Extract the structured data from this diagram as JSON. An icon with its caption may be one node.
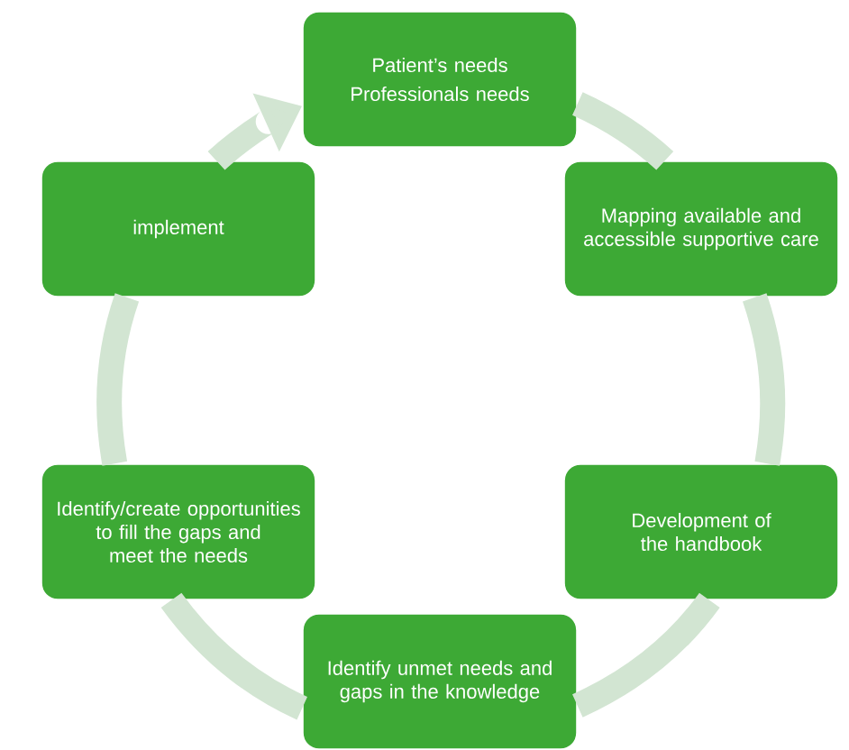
{
  "diagram": {
    "nodes": [
      {
        "text": [
          "Patient’s needs",
          "Professionals needs"
        ]
      },
      {
        "text": [
          "Mapping available and accessible supportive care"
        ]
      },
      {
        "text": [
          "Development of the handbook"
        ]
      },
      {
        "text": [
          "Identify unmet needs and gaps in the knowledge"
        ]
      },
      {
        "text": [
          "Identify/create opportunities to fill the gaps and meet the needs"
        ]
      },
      {
        "text": [
          "implement"
        ]
      }
    ],
    "edges": [
      {
        "from": 0,
        "to": 1,
        "arrow": "none"
      },
      {
        "from": 1,
        "to": 2,
        "arrow": "none"
      },
      {
        "from": 2,
        "to": 3,
        "arrow": "none"
      },
      {
        "from": 3,
        "to": 4,
        "arrow": "none"
      },
      {
        "from": 4,
        "to": 5,
        "arrow": "none"
      },
      {
        "from": 5,
        "to": 0,
        "arrow": "to"
      }
    ]
  }
}
